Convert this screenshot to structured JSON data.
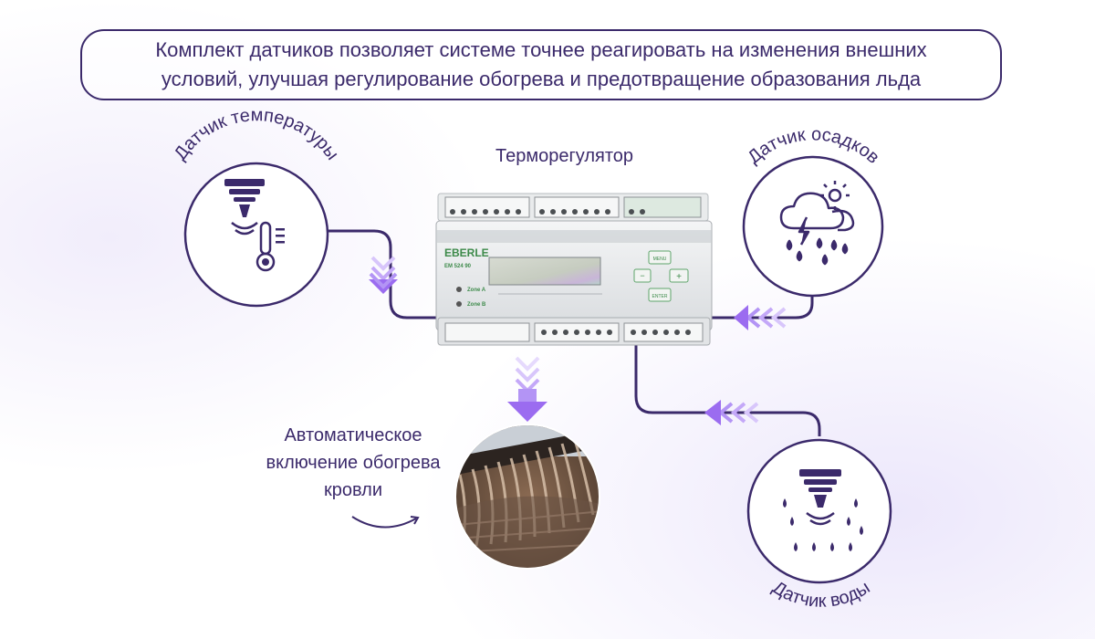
{
  "banner": {
    "line1": "Комплект датчиков позволяет системе точнее реагировать на изменения внешних",
    "line2": "условий, улучшая регулирование обогрева и предотвращение образования льда"
  },
  "controller": {
    "title": "Терморегулятор",
    "brand": "EBERLE",
    "model": "EM 524 90",
    "zone_a": "Zone A",
    "zone_b": "Zone B",
    "btn_menu": "MENU",
    "btn_minus": "−",
    "btn_plus": "+",
    "btn_enter": "ENTER"
  },
  "sensors": {
    "temperature": {
      "label": "Датчик температуры",
      "icon": "temperature-sensor-icon"
    },
    "precipitation": {
      "label": "Датчик осадков",
      "icon": "storm-cloud-icon"
    },
    "water": {
      "label": "Датчик воды",
      "icon": "water-sensor-icon"
    }
  },
  "output": {
    "caption_line1": "Автоматическое",
    "caption_line2": "включение обогрева",
    "caption_line3": "кровли"
  },
  "colors": {
    "primary": "#3b2a6b",
    "accent": "#9b6cf0",
    "accent_light": "#d8c6fb"
  }
}
